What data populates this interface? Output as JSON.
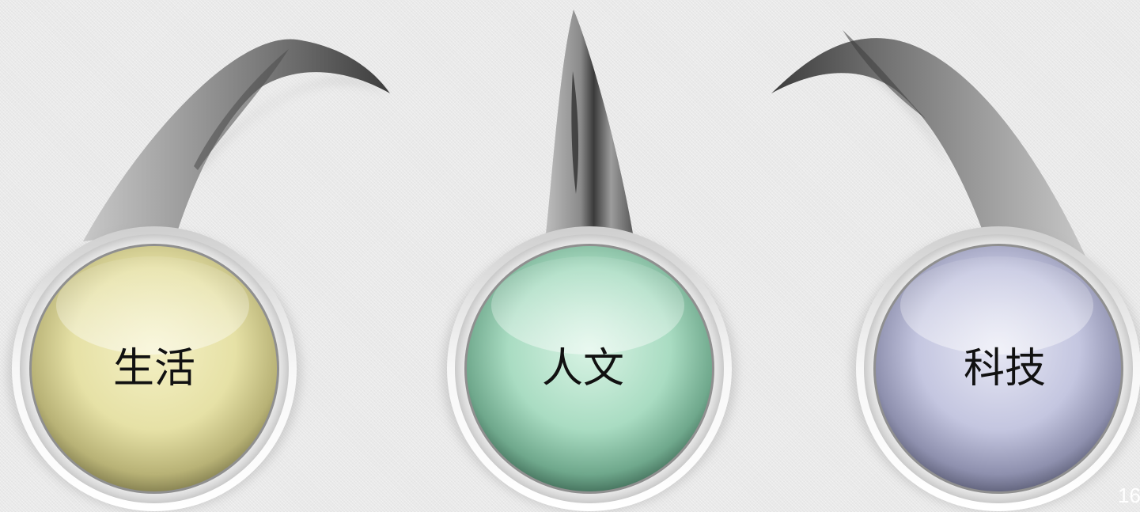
{
  "nodes": [
    {
      "label": "生活",
      "color": "#e8e4a8"
    },
    {
      "label": "人文",
      "color": "#a9dcc2"
    },
    {
      "label": "科技",
      "color": "#c4c6e0"
    }
  ],
  "page_number": "16"
}
